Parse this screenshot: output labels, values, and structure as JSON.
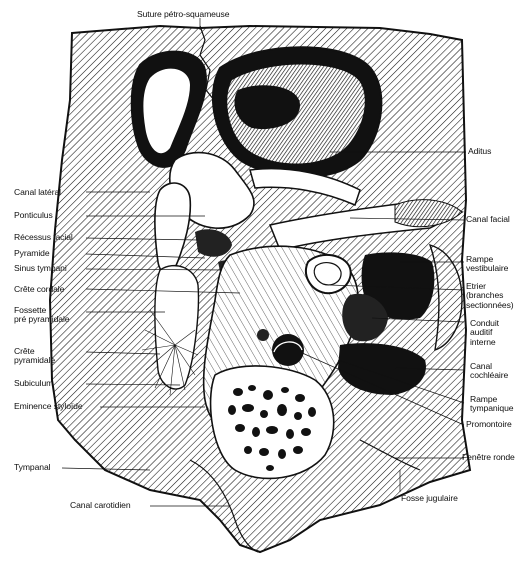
{
  "figure": {
    "labels_left": {
      "canal_lateral": "Canal latéral",
      "ponticulus": "Ponticulus",
      "recessus_facial": "Récessus facial",
      "pyramide": "Pyramide",
      "sinus_tympani": "Sinus tympani",
      "crete_cordale": "Crête cordale",
      "fossette_pre_pyramidale": "Fossette\npré pyramidale",
      "crete_pyramidale": "Crête\npyramidale",
      "subiculum": "Subiculum",
      "eminence_styloide": "Eminence styloïde",
      "tympanal": "Tympanal"
    },
    "labels_top": {
      "suture_petro_squameuse": "Suture pétro-squameuse"
    },
    "labels_right": {
      "aditus": "Aditus",
      "canal_facial": "Canal facial",
      "rampe_vestibulaire": "Rampe\nvestibulaire",
      "etrier": "Etrier\n(branches\nsectionnées)",
      "conduit_auditif_interne": "Conduit\nauditif\ninterne",
      "canal_cochleaire": "Canal\ncochléaire",
      "rampe_tympanique": "Rampe\ntympanique",
      "promontoire": "Promontoire",
      "fenetre_ronde": "Fenêtre ronde"
    },
    "labels_bottom": {
      "canal_carotidien": "Canal carotidien",
      "fosse_jugulaire": "Fosse jugulaire"
    }
  }
}
